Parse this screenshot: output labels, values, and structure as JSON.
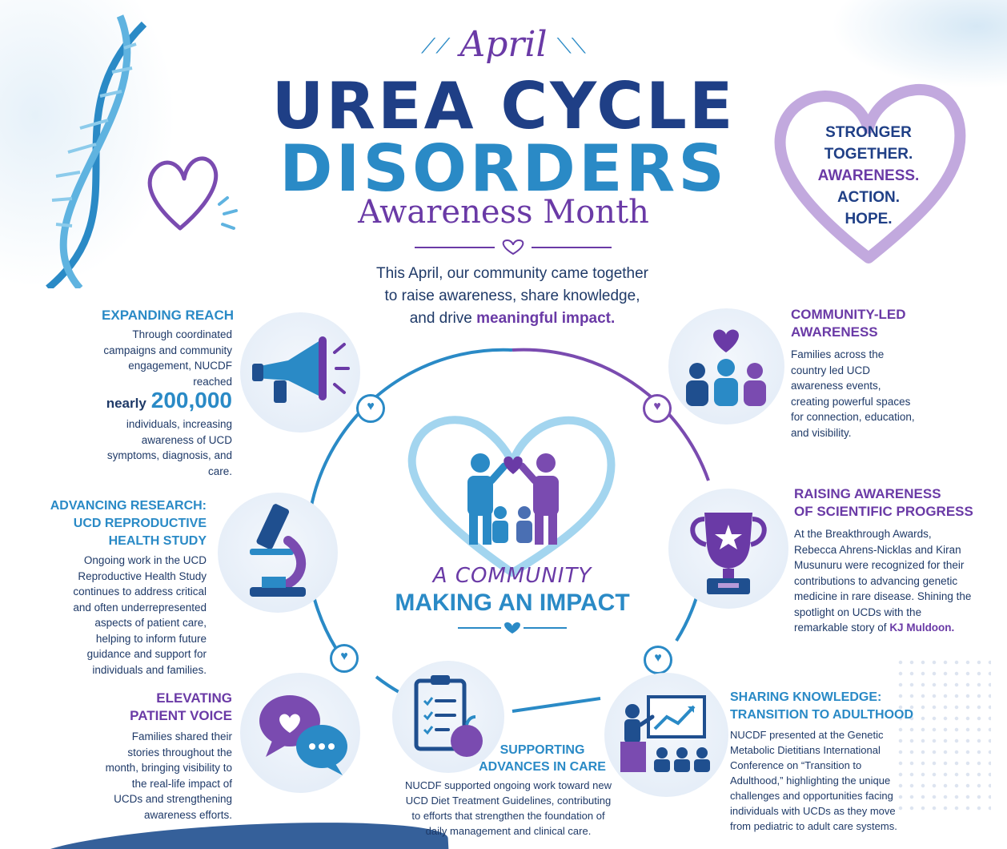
{
  "header": {
    "month": "April",
    "title_line1": "UREA CYCLE",
    "title_line2": "DISORDERS",
    "subtitle": "Awareness Month"
  },
  "intro": {
    "line1": "This April, our community came together",
    "line2": "to raise awareness, share knowledge,",
    "line3_prefix": "and drive ",
    "line3_accent": "meaningful impact."
  },
  "tagline": {
    "line1": "STRONGER",
    "line2": "TOGETHER.",
    "line3": "AWARENESS.",
    "line4": "ACTION.",
    "line5": "HOPE."
  },
  "center": {
    "line1": "A COMMUNITY",
    "line2": "MAKING AN IMPACT"
  },
  "sections": {
    "expanding_reach": {
      "title": "EXPANDING REACH",
      "body_before": "Through coordinated campaigns and community engagement, NUCDF reached",
      "nearly": "nearly",
      "number": "200,000",
      "body_after": "individuals, increasing awareness of UCD symptoms, diagnosis, and care."
    },
    "advancing_research": {
      "title_line1": "ADVANCING RESEARCH:",
      "title_line2": "UCD REPRODUCTIVE",
      "title_line3": "HEALTH STUDY",
      "body": "Ongoing work in the UCD Reproductive Health Study continues to address critical and often underrepresented aspects of patient care, helping to inform future guidance and support for individuals and families."
    },
    "patient_voice": {
      "title_line1": "ELEVATING",
      "title_line2": "PATIENT VOICE",
      "body": "Families shared their stories throughout the month, bringing visibility to the real-life impact of UCDs and strengthening awareness efforts."
    },
    "advances_in_care": {
      "title_line1": "SUPPORTING",
      "title_line2": "ADVANCES IN CARE",
      "body": "NUCDF supported ongoing work toward new UCD Diet Treatment Guidelines, contributing to efforts that strengthen the foundation of daily management and clinical care."
    },
    "community_led": {
      "title_line1": "COMMUNITY-LED",
      "title_line2": "AWARENESS",
      "body": "Families across the country led UCD awareness events, creating powerful spaces for connection, education, and visibility."
    },
    "scientific_progress": {
      "title_line1": "RAISING AWARENESS",
      "title_line2": "OF SCIENTIFIC PROGRESS",
      "body": "At the Breakthrough Awards, Rebecca Ahrens-Nicklas and Kiran Musunuru were recognized for their contributions to advancing genetic medicine in rare disease. Shining the spotlight on UCDs with the remarkable story of",
      "highlight": "KJ Muldoon."
    },
    "sharing_knowledge": {
      "title_line1": "SHARING KNOWLEDGE:",
      "title_line2": "TRANSITION TO ADULTHOOD",
      "body": "NUCDF presented at the Genetic Metabolic Dietitians International Conference on “Transition to Adulthood,” highlighting the unique challenges and opportunities facing individuals with UCDs as they move from pediatric to adult care systems."
    }
  },
  "colors": {
    "navy": "#1f3f86",
    "blue": "#2a8ac6",
    "purple": "#6a3aa6",
    "text": "#1f3a68"
  }
}
